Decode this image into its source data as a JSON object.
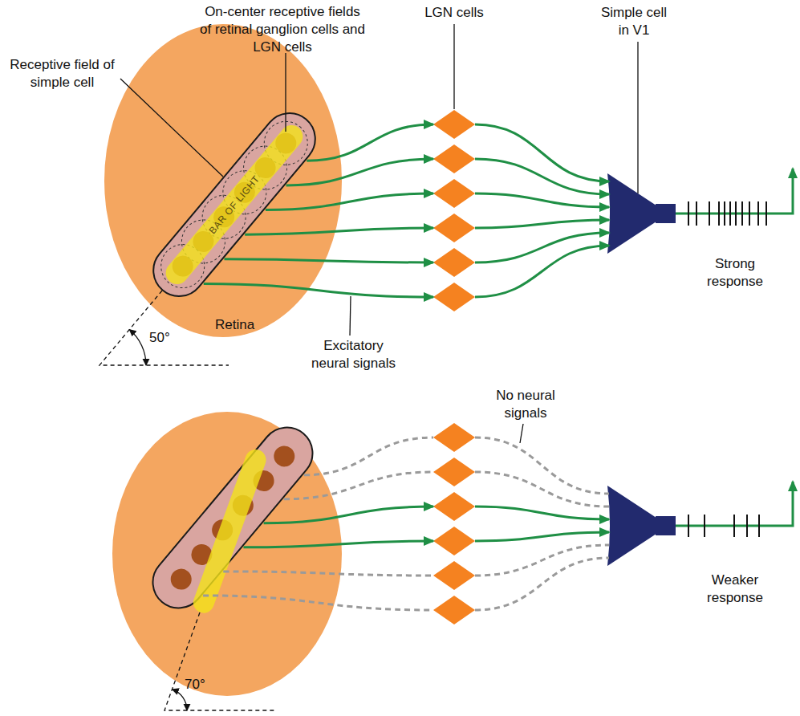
{
  "diagram": {
    "nodes": [
      {
        "text": [
          "Retina"
        ]
      },
      {
        "text": [],
        "in": 0
      },
      {
        "text": [
          "BAR OF LIGHT"
        ],
        "in": 1
      },
      {
        "text": [
          "LGN cells"
        ]
      },
      {
        "text": []
      },
      {
        "text": []
      },
      {
        "text": []
      },
      {
        "text": []
      },
      {
        "text": []
      },
      {
        "text": [
          "Simple cell in V1"
        ]
      },
      {
        "text": []
      },
      {
        "text": [],
        "in": 10
      },
      {
        "text": []
      },
      {
        "text": []
      },
      {
        "text": []
      },
      {
        "text": []
      },
      {
        "text": []
      },
      {
        "text": []
      },
      {
        "text": []
      }
    ],
    "edges": [
      {
        "from": 1,
        "to": 3,
        "arrow": "to"
      },
      {
        "from": 1,
        "to": 4,
        "arrow": "to"
      },
      {
        "from": 1,
        "to": 5,
        "arrow": "to"
      },
      {
        "from": 1,
        "to": 6,
        "arrow": "to"
      },
      {
        "from": 1,
        "to": 7,
        "arrow": "to"
      },
      {
        "from": 1,
        "to": 8,
        "arrow": "to"
      },
      {
        "from": 3,
        "to": 9,
        "arrow": "to"
      },
      {
        "from": 4,
        "to": 9,
        "arrow": "to"
      },
      {
        "from": 5,
        "to": 9,
        "arrow": "to"
      },
      {
        "from": 6,
        "to": 9,
        "arrow": "to"
      },
      {
        "from": 7,
        "to": 9,
        "arrow": "to"
      },
      {
        "from": 8,
        "to": 9,
        "arrow": "to"
      },
      {
        "from": 11,
        "to": 12,
        "arrow": "none"
      },
      {
        "from": 11,
        "to": 13,
        "arrow": "none"
      },
      {
        "from": 11,
        "to": 14,
        "arrow": "to"
      },
      {
        "from": 11,
        "to": 15,
        "arrow": "to"
      },
      {
        "from": 11,
        "to": 16,
        "arrow": "none"
      },
      {
        "from": 11,
        "to": 17,
        "arrow": "none"
      },
      {
        "from": 12,
        "to": 18,
        "arrow": "none"
      },
      {
        "from": 13,
        "to": 18,
        "arrow": "none"
      },
      {
        "from": 14,
        "to": 18,
        "arrow": "to"
      },
      {
        "from": 15,
        "to": 18,
        "arrow": "to"
      },
      {
        "from": 16,
        "to": 18,
        "arrow": "none"
      },
      {
        "from": 17,
        "to": 18,
        "arrow": "none"
      }
    ],
    "labels": [
      "Receptive field of simple cell",
      "On-center receptive fields of retinal ganglion cells and LGN cells",
      "50°",
      "Excitatory neural signals",
      "Strong response",
      "No neural signals",
      "Weaker response",
      "70°"
    ]
  }
}
